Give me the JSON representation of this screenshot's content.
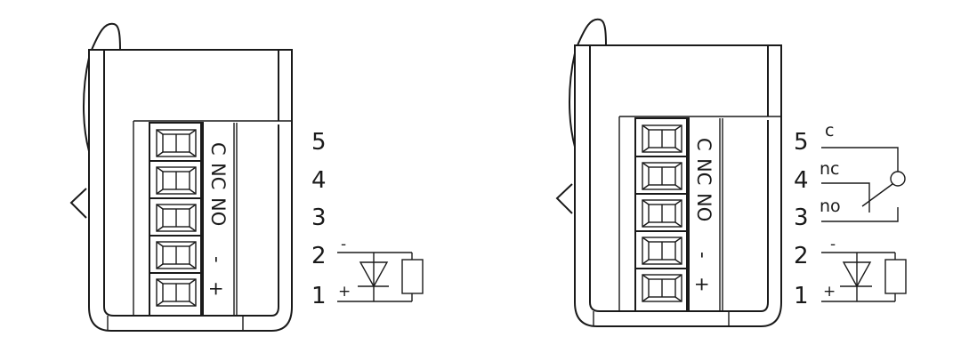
{
  "diagram": {
    "devices": [
      {
        "id": "left",
        "terminal_labels": [
          "C",
          "NC",
          "NO",
          "-",
          "+"
        ],
        "pin_numbers": [
          "5",
          "4",
          "3",
          "2",
          "1"
        ],
        "wiring": "diode-load",
        "signs": {
          "minus": "-",
          "plus": "+"
        }
      },
      {
        "id": "right",
        "terminal_labels": [
          "C",
          "NC",
          "NO",
          "-",
          "+"
        ],
        "pin_numbers": [
          "5",
          "4",
          "3",
          "2",
          "1"
        ],
        "wiring": "relay-contact-and-diode-load",
        "contact_labels": {
          "c": "c",
          "nc": "nc",
          "no": "no"
        },
        "signs": {
          "minus": "-",
          "plus": "+"
        }
      }
    ],
    "colors": {
      "line": "#1a1a1a",
      "background": "#ffffff"
    }
  }
}
